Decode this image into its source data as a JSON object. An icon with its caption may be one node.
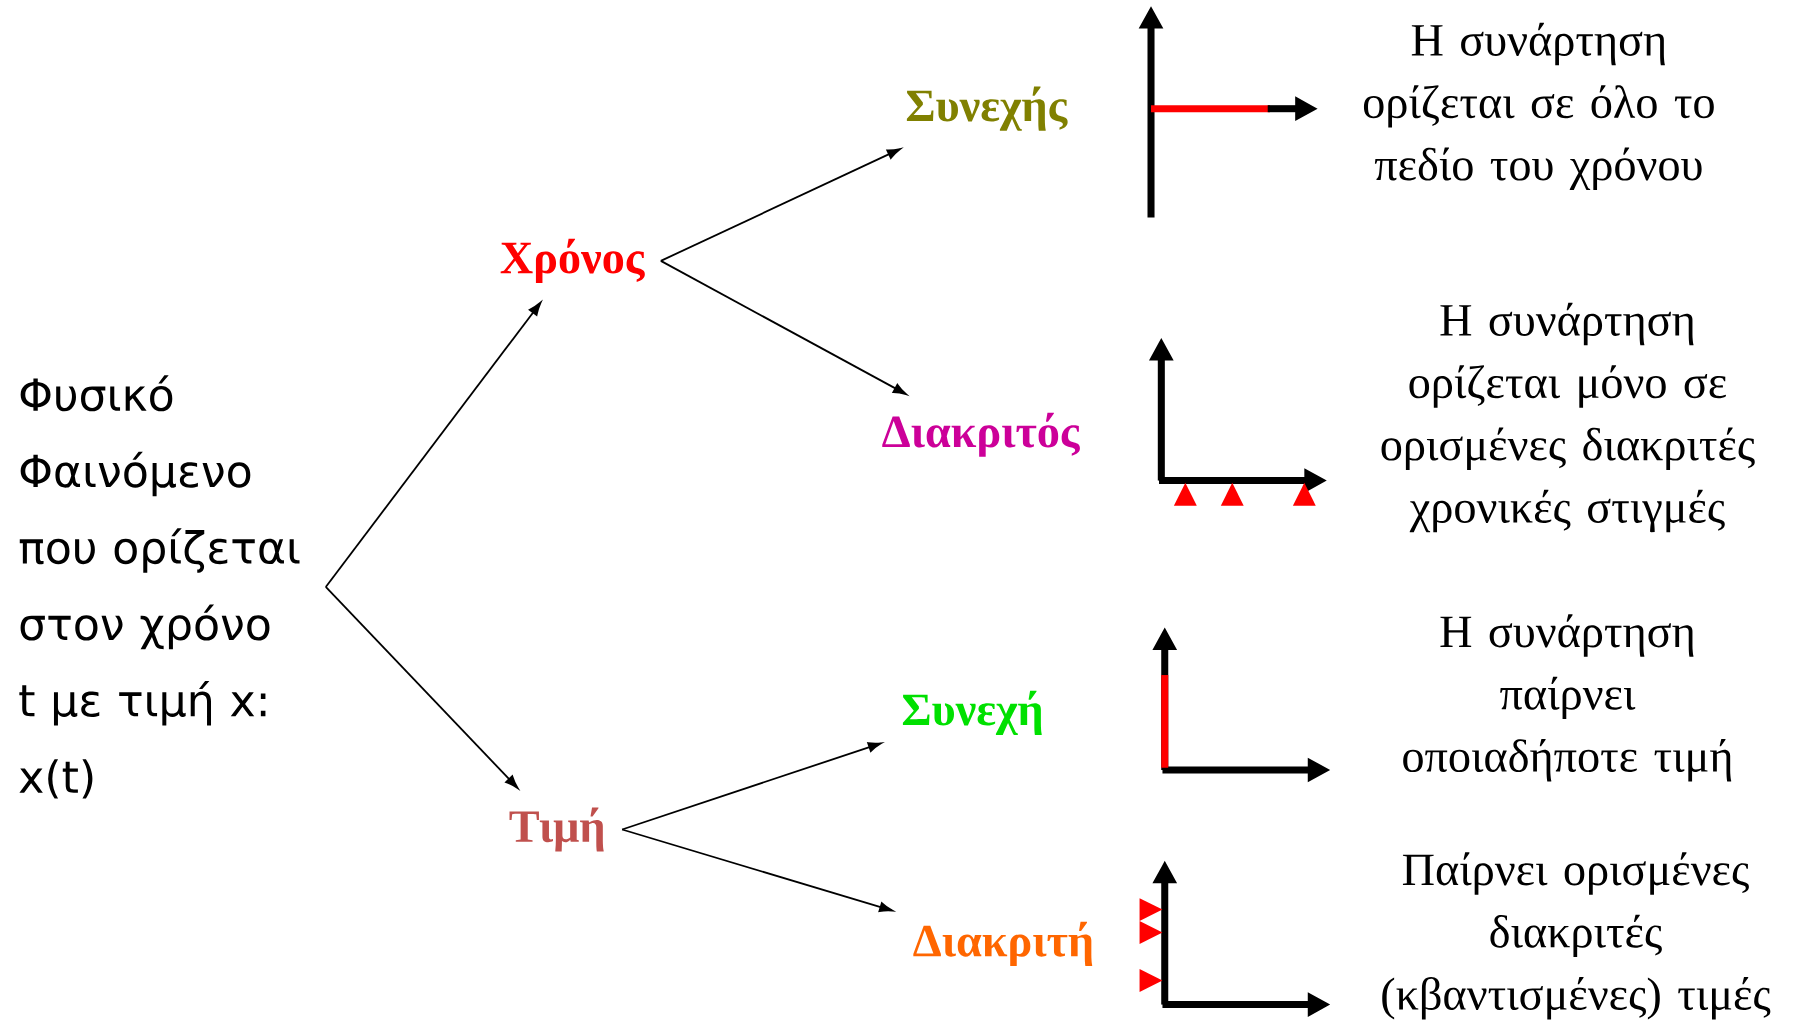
{
  "diagram": {
    "nodes": [
      {
        "text": [
          "Φυσικό Φαινόμενο που ορίζεται στον χρόνο t με τιμή x: x(t)"
        ]
      },
      {
        "text": [
          "Χρόνος"
        ]
      },
      {
        "text": [
          "Τιμή"
        ]
      },
      {
        "text": [
          "Συνεχής"
        ]
      },
      {
        "text": [
          "Διακριτός"
        ]
      },
      {
        "text": [
          "Συνεχή"
        ]
      },
      {
        "text": [
          "Διακριτή"
        ]
      }
    ],
    "edges": [
      {
        "from": 0,
        "to": 1,
        "arrow": "to"
      },
      {
        "from": 0,
        "to": 2,
        "arrow": "to"
      },
      {
        "from": 1,
        "to": 3,
        "arrow": "to"
      },
      {
        "from": 1,
        "to": 4,
        "arrow": "to"
      },
      {
        "from": 2,
        "to": 5,
        "arrow": "to"
      },
      {
        "from": 2,
        "to": 6,
        "arrow": "to"
      }
    ],
    "labels": [
      "Η συνάρτηση ορίζεται σε όλο το πεδίο του χρόνου",
      "Η συνάρτηση ορίζεται μόνο σε ορισμένες διακριτές χρονικές στιγμές",
      "Η συνάρτηση παίρνει οποιαδήποτε τιμή",
      "Παίρνει ορισμένες διακριτές (κβαντισμένες) τιμές"
    ]
  }
}
